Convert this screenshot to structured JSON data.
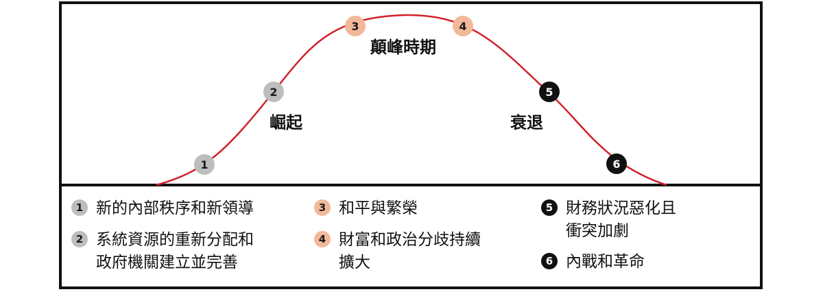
{
  "colors": {
    "curve": "#d0202a",
    "frame": "#111111",
    "gray": "#bdbdbd",
    "peach": "#f2b899",
    "black": "#111111"
  },
  "phases": {
    "rise": "崛起",
    "peak": "顛峰時期",
    "decline": "衰退"
  },
  "markers": [
    "1",
    "2",
    "3",
    "4",
    "5",
    "6"
  ],
  "legend": [
    {
      "num": "1",
      "text": "新的內部秩序和新領導",
      "style": "gray"
    },
    {
      "num": "2",
      "text": "系統資源的重新分配和\n政府機關建立並完善",
      "style": "gray"
    },
    {
      "num": "3",
      "text": "和平與繁榮",
      "style": "peach"
    },
    {
      "num": "4",
      "text": "財富和政治分歧持續\n擴大",
      "style": "peach"
    },
    {
      "num": "5",
      "text": "財務狀況惡化且\n衝突加劇",
      "style": "black"
    },
    {
      "num": "6",
      "text": "內戰和革命",
      "style": "black"
    }
  ]
}
